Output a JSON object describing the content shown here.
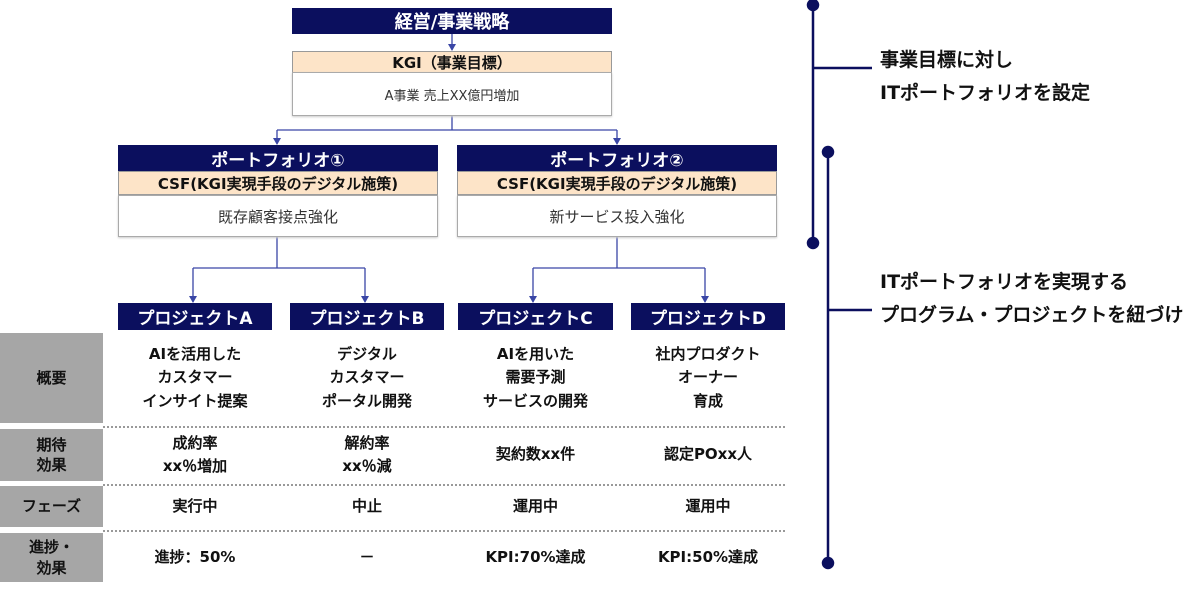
{
  "strategy": "経営/事業戦略",
  "kgi": {
    "header": "KGI（事業目標）",
    "body": "A事業 売上XX億円増加"
  },
  "portfolios": [
    {
      "title": "ポートフォリオ①",
      "csf": "CSF(KGI実現手段のデジタル施策)",
      "body": "既存顧客接点強化"
    },
    {
      "title": "ポートフォリオ②",
      "csf": "CSF(KGI実現手段のデジタル施策)",
      "body": "新サービス投入強化"
    }
  ],
  "row_labels": [
    "概要",
    "期待\n効果",
    "フェーズ",
    "進捗・\n効果"
  ],
  "projects": [
    {
      "name": "プロジェクトA",
      "summary": "AIを活用した\nカスタマー\nインサイト提案",
      "effect": "成約率\nxx％増加",
      "phase": "実行中",
      "progress": "進捗：50%"
    },
    {
      "name": "プロジェクトB",
      "summary": "デジタル\nカスタマー\nポータル開発",
      "effect": "解約率\nxx％減",
      "phase": "中止",
      "progress": "－"
    },
    {
      "name": "プロジェクトC",
      "summary": "AIを用いた\n需要予測\nサービスの開発",
      "effect": "契約数xx件",
      "phase": "運用中",
      "progress": "KPI:70%達成"
    },
    {
      "name": "プロジェクトD",
      "summary": "社内プロダクト\nオーナー\n育成",
      "effect": "認定POxx人",
      "phase": "運用中",
      "progress": "KPI:50%達成"
    }
  ],
  "annotations": [
    {
      "line1": "事業目標に対し",
      "line2": "ITポートフォリオを設定"
    },
    {
      "line1": "ITポートフォリオを実現する",
      "line2": "プログラム・プロジェクトを紐づけ"
    }
  ],
  "colors": {
    "navy": "#0b0f5e",
    "peach": "#fde4c8",
    "gray": "#a6a6a6",
    "connector": "#3a46a6"
  }
}
